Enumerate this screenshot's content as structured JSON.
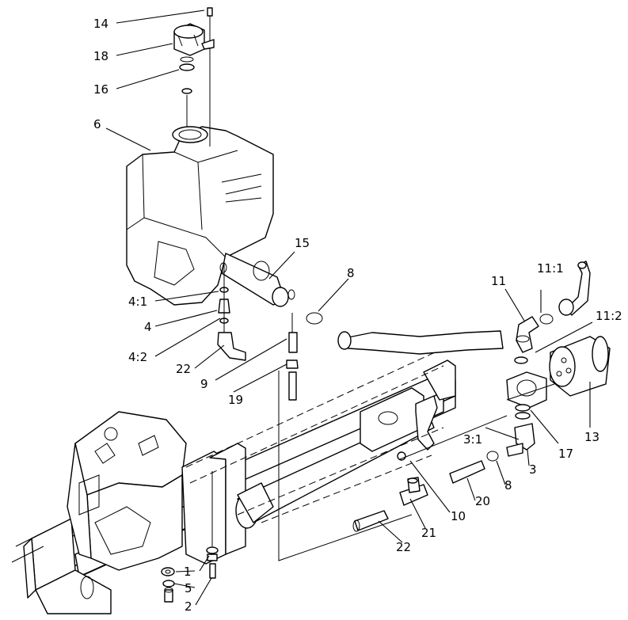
{
  "callouts": [
    {
      "id": "c14",
      "text": "14"
    },
    {
      "id": "c18",
      "text": "18"
    },
    {
      "id": "c16",
      "text": "16"
    },
    {
      "id": "c6",
      "text": "6"
    },
    {
      "id": "c15",
      "text": "15"
    },
    {
      "id": "c8a",
      "text": "8"
    },
    {
      "id": "c41",
      "text": "4:1"
    },
    {
      "id": "c4",
      "text": "4"
    },
    {
      "id": "c42",
      "text": "4:2"
    },
    {
      "id": "c22a",
      "text": "22"
    },
    {
      "id": "c9",
      "text": "9"
    },
    {
      "id": "c19",
      "text": "19"
    },
    {
      "id": "c11",
      "text": "11"
    },
    {
      "id": "c111",
      "text": "11:1"
    },
    {
      "id": "c112",
      "text": "11:2"
    },
    {
      "id": "c13",
      "text": "13"
    },
    {
      "id": "c17",
      "text": "17"
    },
    {
      "id": "c31",
      "text": "3:1"
    },
    {
      "id": "c3",
      "text": "3"
    },
    {
      "id": "c8b",
      "text": "8"
    },
    {
      "id": "c20",
      "text": "20"
    },
    {
      "id": "c10",
      "text": "10"
    },
    {
      "id": "c21",
      "text": "21"
    },
    {
      "id": "c22b",
      "text": "22"
    },
    {
      "id": "c1",
      "text": "1"
    },
    {
      "id": "c5",
      "text": "5"
    },
    {
      "id": "c2",
      "text": "2"
    }
  ]
}
